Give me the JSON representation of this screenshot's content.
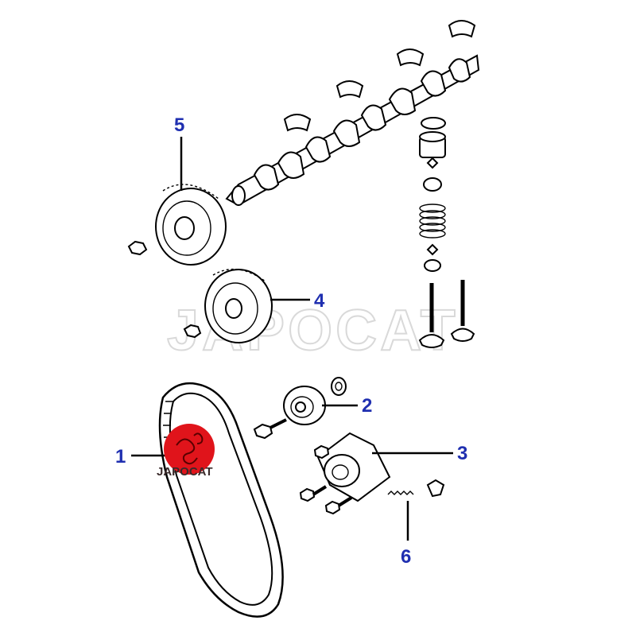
{
  "diagram": {
    "callouts": [
      {
        "id": "1",
        "label": "1"
      },
      {
        "id": "2",
        "label": "2"
      },
      {
        "id": "3",
        "label": "3"
      },
      {
        "id": "4",
        "label": "4"
      },
      {
        "id": "5",
        "label": "5"
      },
      {
        "id": "6",
        "label": "6"
      }
    ],
    "watermark": "JAPOCAT",
    "logo_text": "JAPOCAT",
    "colors": {
      "callout": "#1f2fb0",
      "logo": "#e0141b",
      "watermark": "#d9d9d9"
    }
  }
}
